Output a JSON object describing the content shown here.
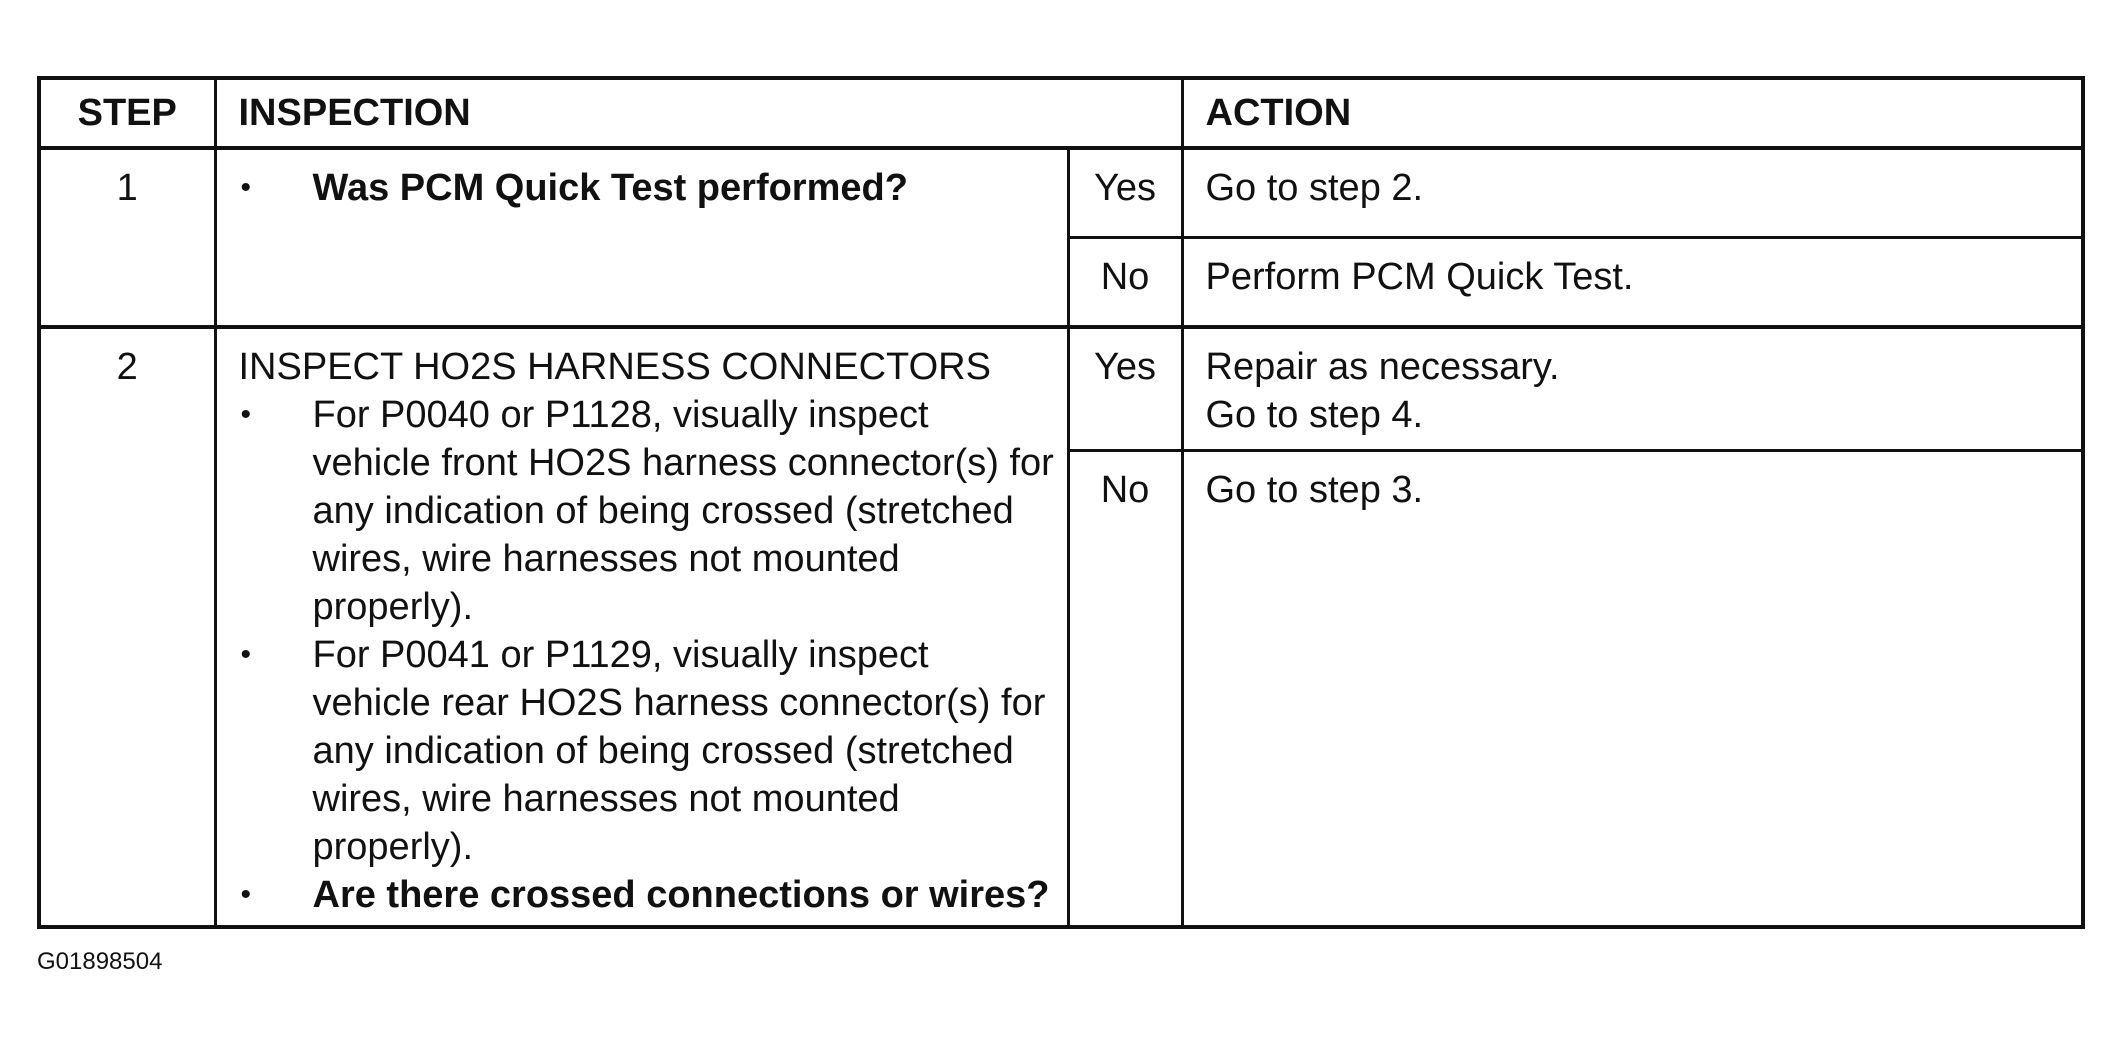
{
  "table": {
    "headers": {
      "step": "STEP",
      "inspection": "INSPECTION",
      "action": "ACTION"
    },
    "rows": [
      {
        "step": "1",
        "inspection_bullets": [
          {
            "text": "Was PCM Quick Test performed?",
            "bold": true
          }
        ],
        "yes_label": "Yes",
        "yes_action": [
          "Go to step 2."
        ],
        "no_label": "No",
        "no_action": [
          "Perform PCM Quick Test."
        ]
      },
      {
        "step": "2",
        "inspection_heading": "INSPECT HO2S HARNESS CONNECTORS",
        "inspection_bullets": [
          {
            "text": "For P0040 or P1128, visually inspect vehicle front HO2S harness connector(s) for any indication of being crossed (stretched wires, wire harnesses not mounted properly).",
            "bold": false
          },
          {
            "text": "For P0041 or P1129, visually inspect vehicle rear HO2S harness connector(s) for any indication of being crossed (stretched wires, wire harnesses not mounted properly).",
            "bold": false
          },
          {
            "text": "Are there crossed connections or wires?",
            "bold": true
          }
        ],
        "yes_label": "Yes",
        "yes_action": [
          "Repair as necessary.",
          "Go to step 4."
        ],
        "no_label": "No",
        "no_action": [
          "Go to step 3."
        ]
      }
    ]
  },
  "bullet_glyph": "•",
  "figure_id": "G01898504"
}
